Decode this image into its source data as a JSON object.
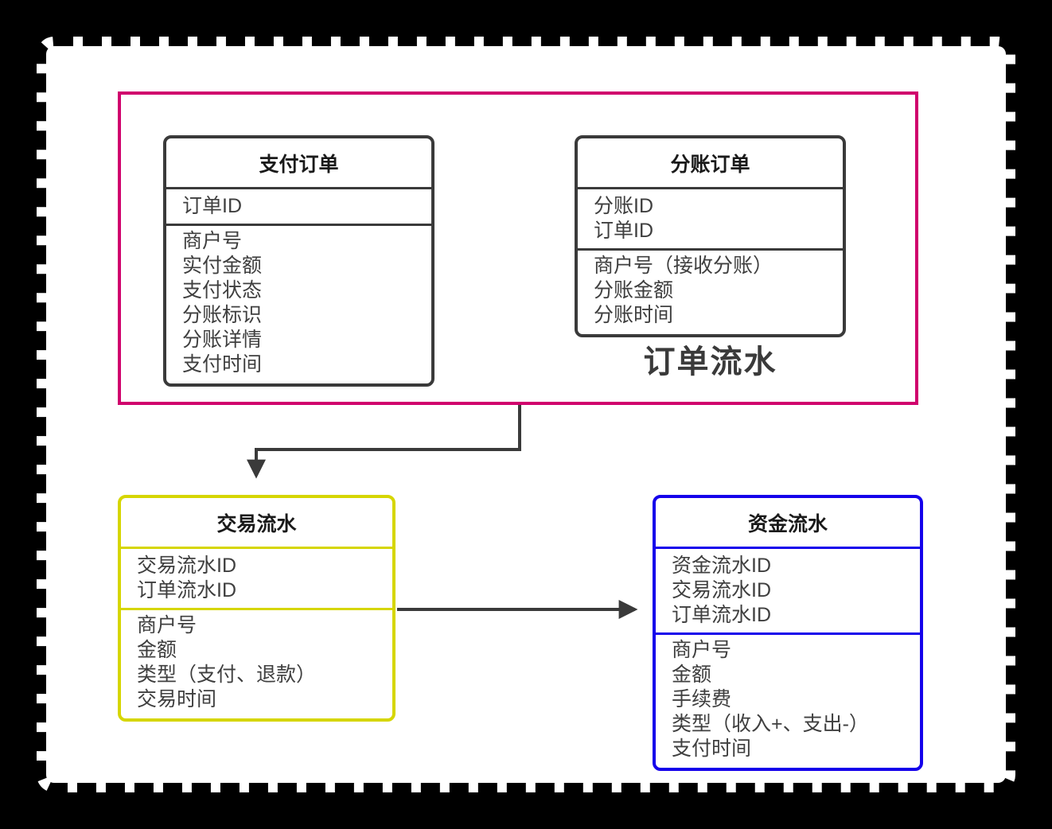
{
  "diagram": {
    "group": {
      "label": "订单流水"
    },
    "tables": [
      {
        "id": "payment-order",
        "title": "支付订单",
        "keys": [
          "订单ID"
        ],
        "fields": [
          "商户号",
          "实付金额",
          "支付状态",
          "分账标识",
          "分账详情",
          "支付时间"
        ],
        "border_color": "#3A3A3A"
      },
      {
        "id": "split-order",
        "title": "分账订单",
        "keys": [
          "分账ID",
          "订单ID"
        ],
        "fields": [
          "商户号（接收分账）",
          "分账金额",
          "分账时间"
        ],
        "border_color": "#3A3A3A"
      },
      {
        "id": "transaction-flow",
        "title": "交易流水",
        "keys": [
          "交易流水ID",
          "订单流水ID"
        ],
        "fields": [
          "商户号",
          "金额",
          "类型（支付、退款）",
          "交易时间"
        ],
        "border_color": "#D6D600"
      },
      {
        "id": "fund-flow",
        "title": "资金流水",
        "keys": [
          "资金流水ID",
          "交易流水ID",
          "订单流水ID"
        ],
        "fields": [
          "商户号",
          "金额",
          "手续费",
          "类型（收入+、支出-）",
          "支付时间"
        ],
        "border_color": "#1500EB"
      }
    ],
    "connections": [
      {
        "from": "订单流水",
        "to": "交易流水",
        "style": "elbow-arrow"
      },
      {
        "from": "交易流水",
        "to": "资金流水",
        "style": "straight-arrow"
      }
    ],
    "colors": {
      "canvas_background": "#000000",
      "page_background": "#FFFFFF",
      "page_border": "#000000",
      "group_frame": "#D0026D",
      "entity_border_dark": "#3A3A3A",
      "entity_border_yellow": "#D6D600",
      "entity_border_blue": "#1500EB",
      "arrow": "#3A3A3A",
      "field_text": "#3F3F3F",
      "title_text": "#1A1A1A"
    }
  }
}
